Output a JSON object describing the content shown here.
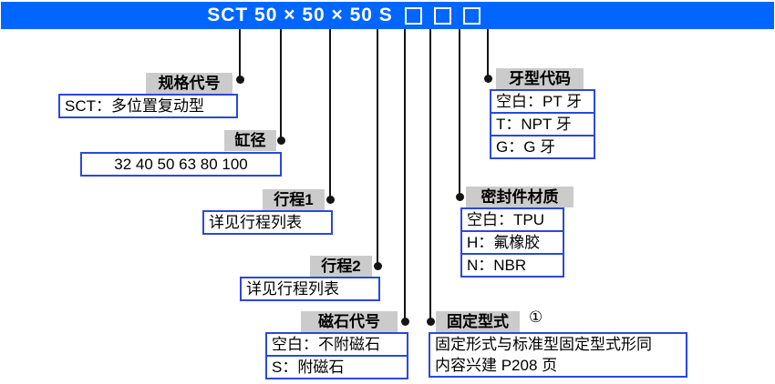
{
  "title": {
    "model_text": "SCT 50 × 50 × 50 S",
    "placeholder_boxes": 3
  },
  "groups": {
    "spec": {
      "label": "规格代号",
      "rows": [
        "SCT：多位置复动型"
      ]
    },
    "bore": {
      "label": "缸径",
      "rows": [
        "32 40 50 63 80 100"
      ]
    },
    "stroke1": {
      "label": "行程1",
      "rows": [
        "详见行程列表"
      ]
    },
    "stroke2": {
      "label": "行程2",
      "rows": [
        "详见行程列表"
      ]
    },
    "magnet": {
      "label": "磁石代号",
      "rows": [
        "空白：不附磁石",
        "S：附磁石"
      ]
    },
    "thread": {
      "label": "牙型代码",
      "rows": [
        "空白：PT 牙",
        "T：NPT 牙",
        "G：G 牙"
      ]
    },
    "seal": {
      "label": "密封件材质",
      "rows": [
        "空白：TPU",
        "H：氟橡胶",
        "N：NBR"
      ]
    },
    "mounting": {
      "label": "固定型式",
      "note_mark": "①",
      "rows": [
        "固定形式与标准型固定型式形同",
        "内容兴建 P208 页"
      ]
    }
  },
  "colors": {
    "bar_blue": "#0066ff",
    "box_border_blue": "#2b48da",
    "label_gray": "#cbcbcb",
    "line_black": "#141414"
  }
}
